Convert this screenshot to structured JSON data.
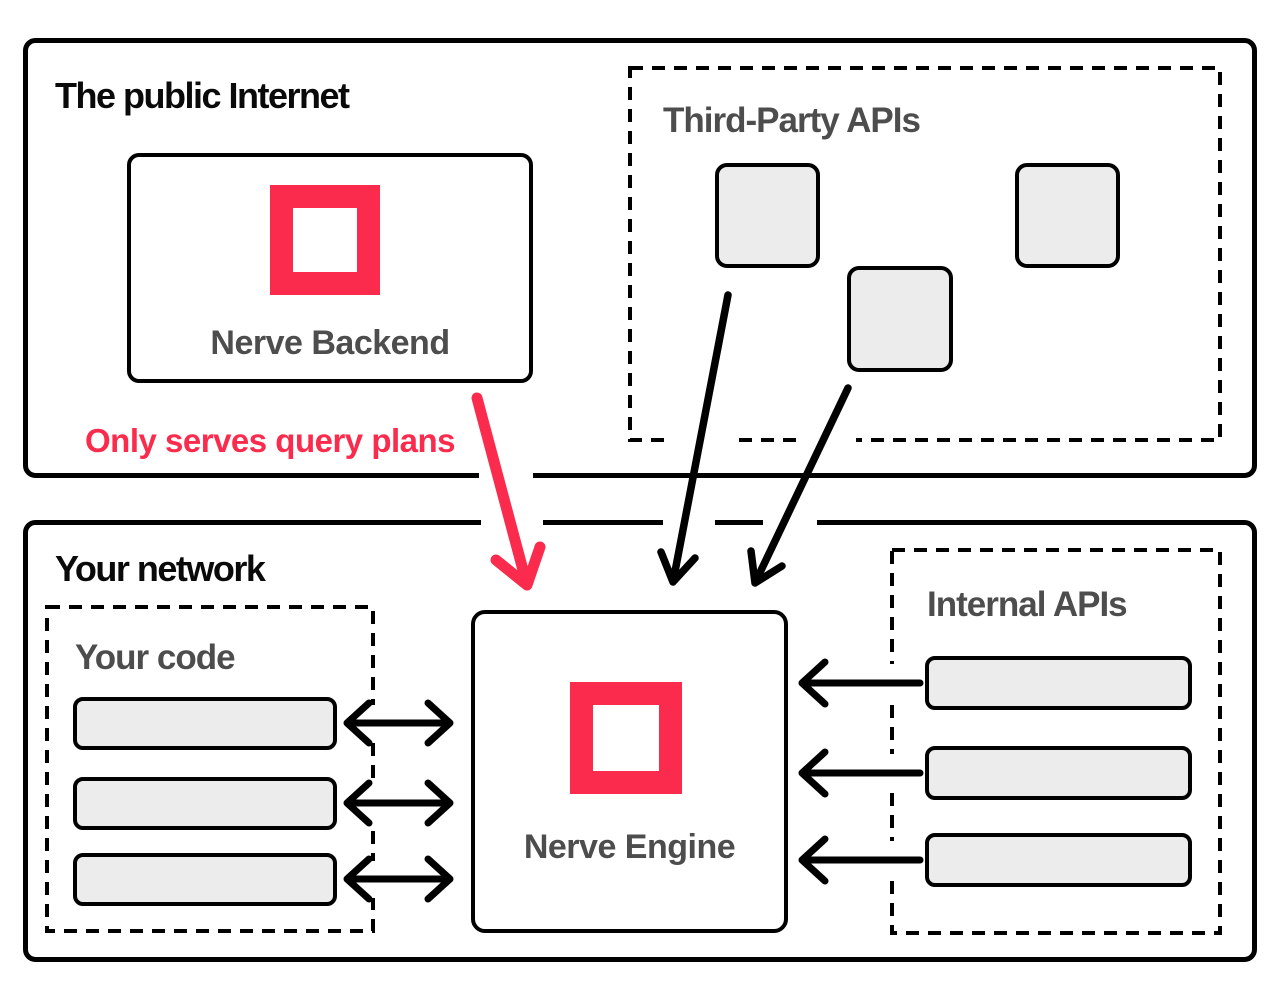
{
  "diagram": {
    "public_internet": {
      "title": "The public Internet",
      "nerve_backend": {
        "label": "Nerve Backend"
      },
      "third_party_apis": {
        "title": "Third-Party APIs",
        "api_box_count": 3
      },
      "annotation": {
        "text": "Only serves query plans"
      }
    },
    "your_network": {
      "title": "Your network",
      "your_code": {
        "title": "Your code",
        "service_box_count": 3
      },
      "nerve_engine": {
        "label": "Nerve Engine"
      },
      "internal_apis": {
        "title": "Internal APIs",
        "api_box_count": 3
      }
    },
    "icons": {
      "nerve_logo": "hollow-square-logo"
    },
    "colors": {
      "accent_red": "#FA2B4D",
      "fill_gray": "#ECECEC",
      "label_gray": "#4D4D4D",
      "ink_black": "#0A0A0A"
    }
  }
}
